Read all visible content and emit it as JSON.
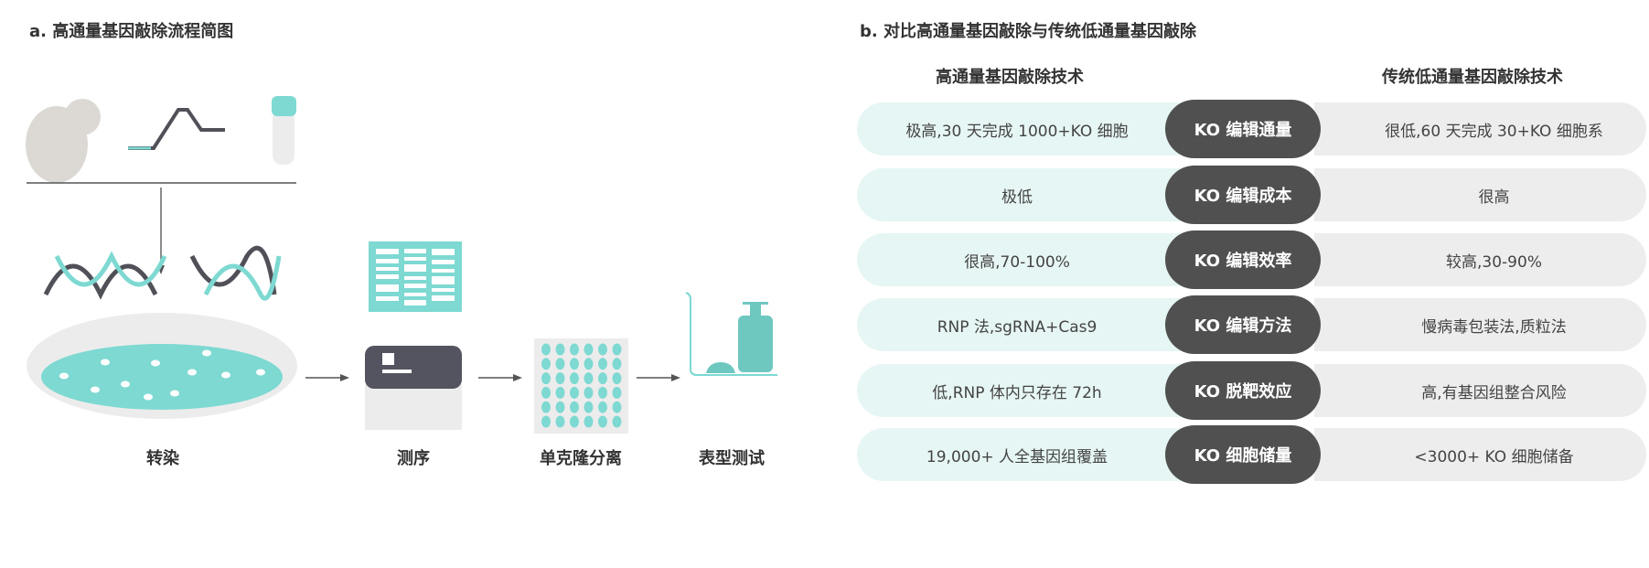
{
  "panel_a": {
    "title": "a. 高通量基因敲除流程简图",
    "steps": [
      "转染",
      "测序",
      "单克隆分离",
      "表型测试"
    ],
    "colors": {
      "teal": "#7dd9d2",
      "dark": "#505058",
      "grey": "#dcd9d5"
    }
  },
  "panel_b": {
    "title": "b. 对比高通量基因敲除与传统低通量基因敲除",
    "left_header": "高通量基因敲除技术",
    "right_header": "传统低通量基因敲除技术",
    "rows": [
      {
        "left": "极高,30 天完成 1000+KO 细胞",
        "center": "KO 编辑通量",
        "right": "很低,60 天完成 30+KO 细胞系"
      },
      {
        "left": "极低",
        "center": "KO 编辑成本",
        "right": "很高"
      },
      {
        "left": "很高,70-100%",
        "center": "KO 编辑效率",
        "right": "较高,30-90%"
      },
      {
        "left": "RNP 法,sgRNA+Cas9",
        "center": "KO 编辑方法",
        "right": "慢病毒包装法,质粒法"
      },
      {
        "left": "低,RNP 体内只存在 72h",
        "center": "KO 脱靶效应",
        "right": "高,有基因组整合风险"
      },
      {
        "left": "19,000+ 人全基因组覆盖",
        "center": "KO 细胞储量",
        "right": "<3000+ KO 细胞储备"
      }
    ]
  }
}
